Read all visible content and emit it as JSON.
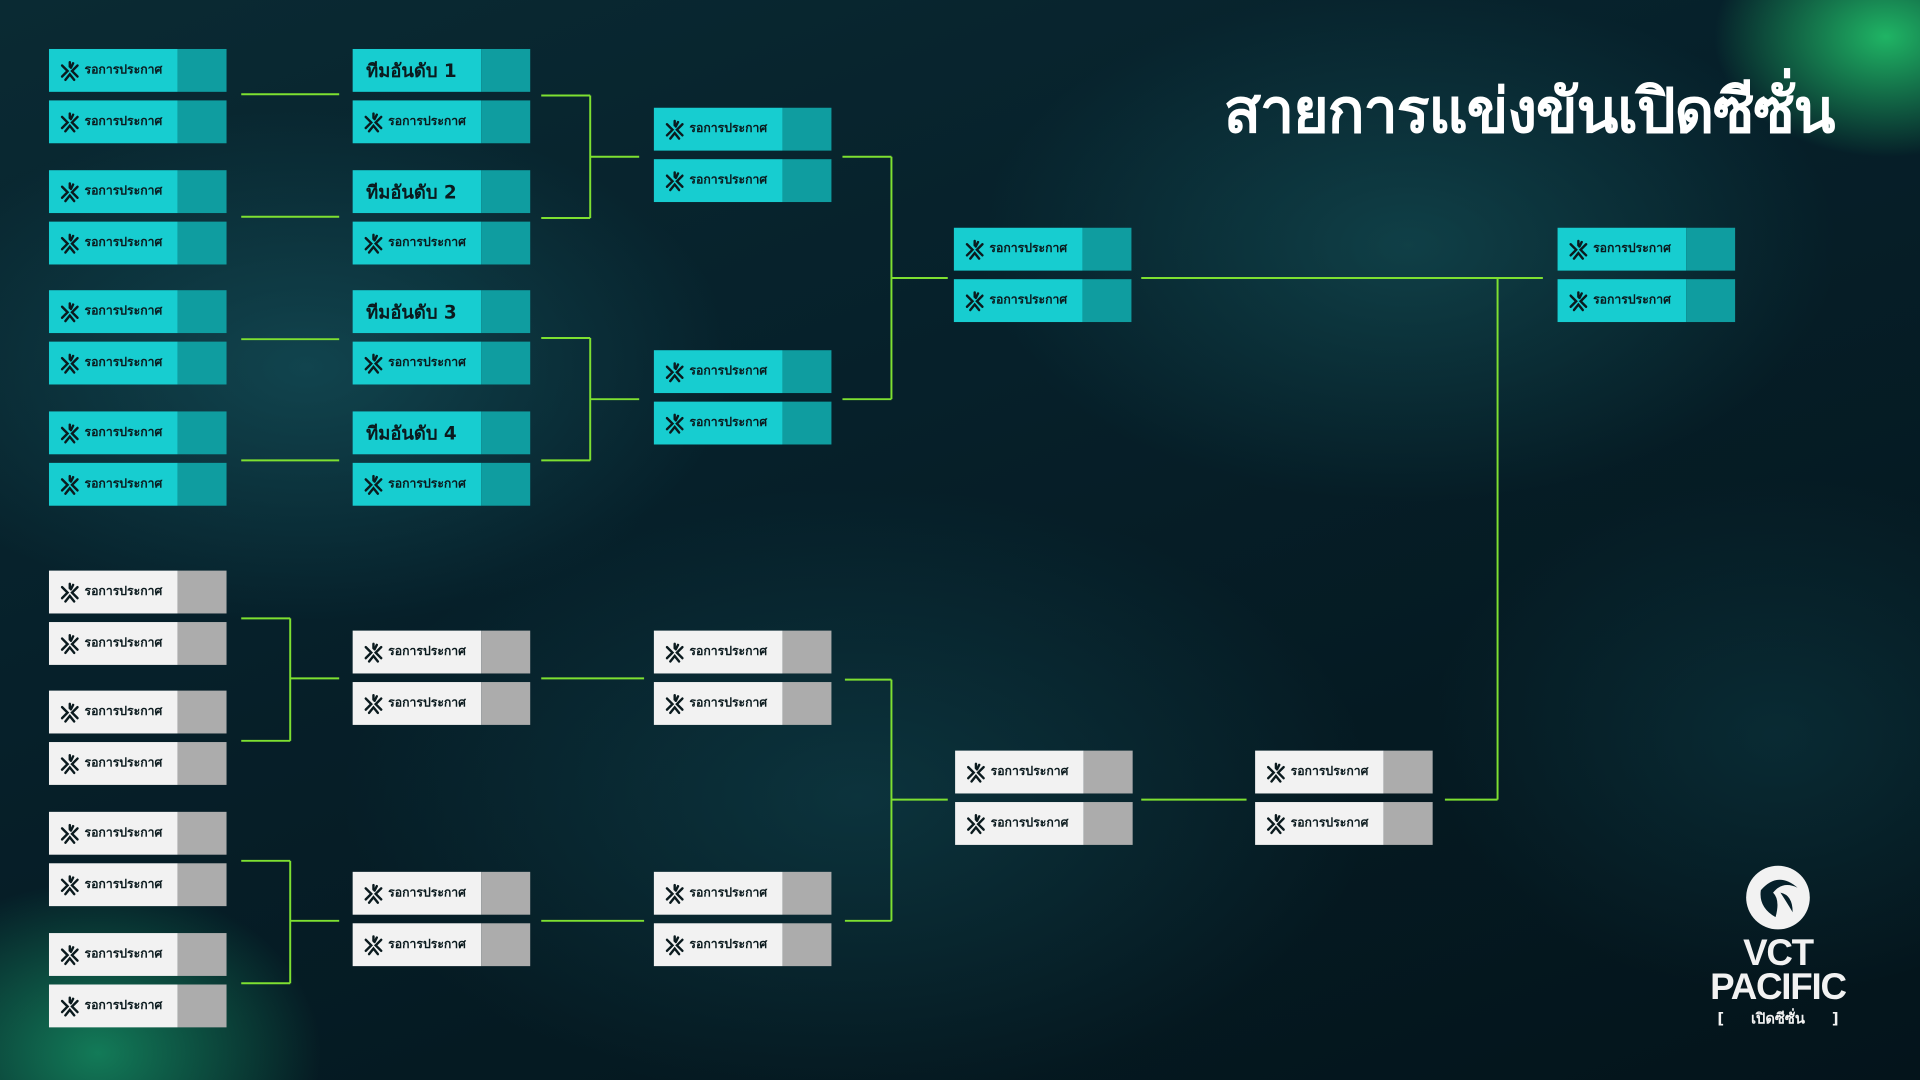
{
  "title": "สายการแข่งขันเปิดซีซั่น",
  "logo": {
    "line1": "VCT",
    "line2": "PACIFIC",
    "tag": "เปิดซีซั่น",
    "bracket_left": "[",
    "bracket_right": "]"
  },
  "colors": {
    "connector": "#7ee031",
    "upper_team": "#17cdd0",
    "upper_score": "#0f9da0",
    "lower_team": "#f2f2f2",
    "lower_score": "#acacac"
  },
  "upper_bracket": {
    "round1": [
      "รอการประกาศ",
      "รอการประกาศ",
      "รอการประกาศ",
      "รอการประกาศ",
      "รอการประกาศ",
      "รอการประกาศ",
      "รอการประกาศ",
      "รอการประกาศ"
    ],
    "round2": [
      "ทีมอันดับ 1",
      "รอการประกาศ",
      "ทีมอันดับ 2",
      "รอการประกาศ",
      "ทีมอันดับ 3",
      "รอการประกาศ",
      "ทีมอันดับ 4",
      "รอการประกาศ"
    ],
    "semifinals": [
      "รอการประกาศ",
      "รอการประกาศ",
      "รอการประกาศ",
      "รอการประกาศ"
    ],
    "final": [
      "รอการประกาศ",
      "รอการประกาศ"
    ]
  },
  "grand_final": [
    "รอการประกาศ",
    "รอการประกาศ"
  ],
  "lower_bracket": {
    "round1": [
      "รอการประกาศ",
      "รอการประกาศ",
      "รอการประกาศ",
      "รอการประกาศ",
      "รอการประกาศ",
      "รอการประกาศ",
      "รอการประกาศ",
      "รอการประกาศ"
    ],
    "round2": [
      "รอการประกาศ",
      "รอการประกาศ",
      "รอการประกาศ",
      "รอการประกาศ"
    ],
    "round3": [
      "รอการประกาศ",
      "รอการประกาศ",
      "รอการประกาศ",
      "รอการประกาศ"
    ],
    "semifinal": [
      "รอการประกาศ",
      "รอการประกาศ"
    ],
    "final": [
      "รอการประกาศ",
      "รอการประกาศ"
    ]
  }
}
